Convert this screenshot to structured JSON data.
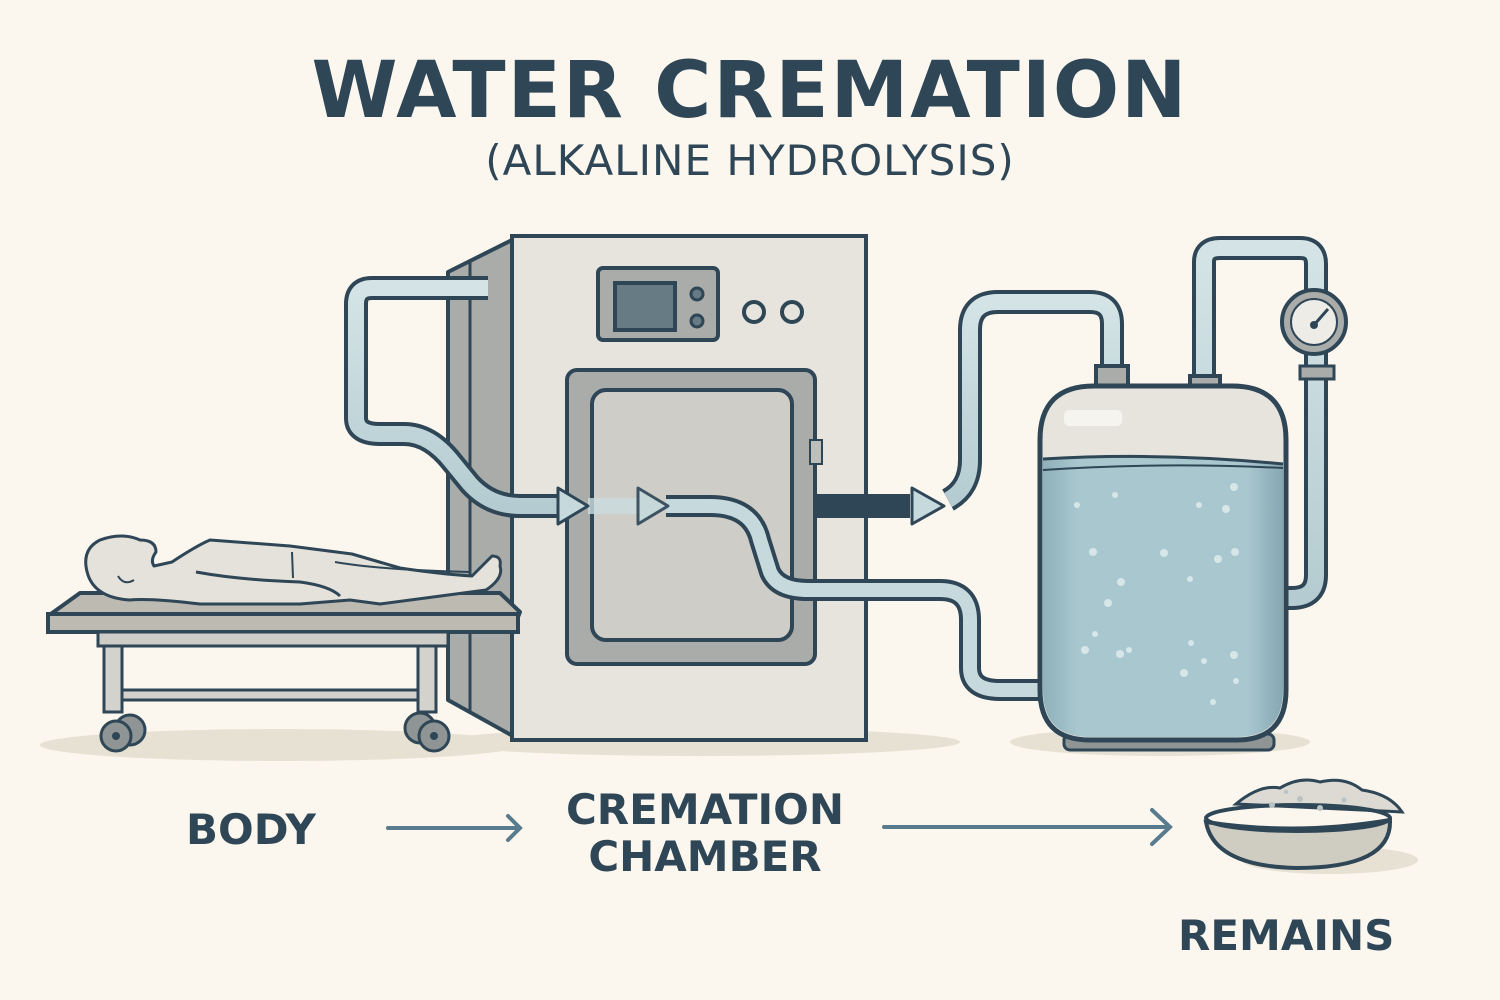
{
  "header": {
    "title": "WATER CREMATION",
    "subtitle": "(ALKALINE HYDROLYSIS)"
  },
  "flow": {
    "steps": [
      {
        "label": "BODY"
      },
      {
        "label_line1": "CREMATION",
        "label_line2": "CHAMBER"
      },
      {
        "label": "REMAINS"
      }
    ]
  },
  "illustration": {
    "components": [
      "body-on-gurney",
      "hydrolysis-chamber",
      "control-panel",
      "solution-tank",
      "pressure-gauge",
      "circulation-pipes",
      "remains-bowl"
    ]
  },
  "colors": {
    "background": "#fbf7ee",
    "ink": "#2f4657",
    "pipe": "#c6dadd",
    "water": "#a9c7cf",
    "metal": "#e6e4dd",
    "metal_dark": "#a9aca8",
    "arrow": "#587c8e"
  }
}
